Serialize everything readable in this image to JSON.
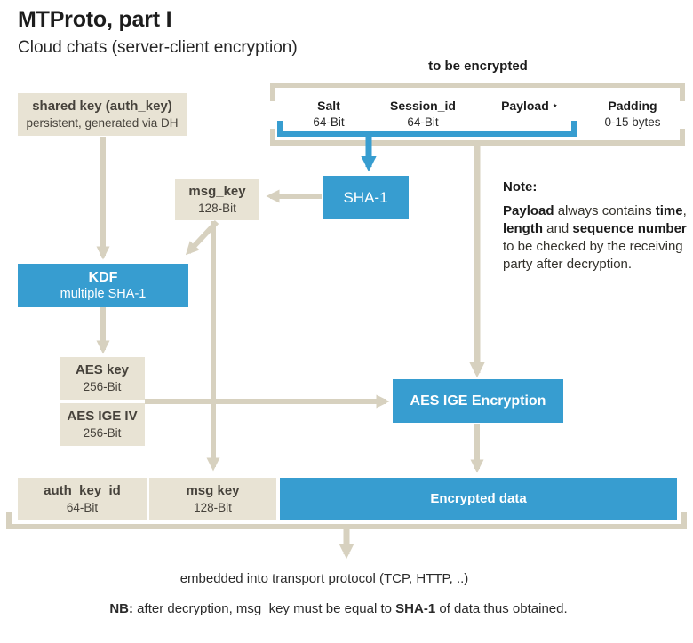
{
  "colors": {
    "blue": "#379dd0",
    "box_beige": "#e8e3d4",
    "line_beige": "#d7d1bf",
    "text_dark": "#46423b",
    "text_black": "#1c1c1c",
    "white": "#ffffff"
  },
  "header": {
    "title": "MTProto, part I",
    "subtitle": "Cloud chats (server-client encryption)"
  },
  "encrypt_group": {
    "label": "to be encrypted",
    "fields": [
      {
        "name": "Salt",
        "size": "64-Bit"
      },
      {
        "name": "Session_id",
        "size": "64-Bit"
      },
      {
        "name": "Payload",
        "star": "⋆",
        "size": ""
      },
      {
        "name": "Padding",
        "size": "0-15 bytes"
      }
    ]
  },
  "boxes": {
    "shared_key": {
      "title": "shared key (auth_key)",
      "subtitle": "persistent, generated via DH"
    },
    "msg_key_top": {
      "title": "msg_key",
      "subtitle": "128-Bit"
    },
    "sha1": {
      "label": "SHA-1"
    },
    "kdf": {
      "title": "KDF",
      "subtitle": "multiple SHA-1"
    },
    "aes_key": {
      "title": "AES key",
      "subtitle": "256-Bit"
    },
    "aes_ige_iv": {
      "title": "AES IGE IV",
      "subtitle": "256-Bit"
    },
    "aes_ige_encryption": {
      "label": "AES IGE Encryption"
    },
    "auth_key_id": {
      "title": "auth_key_id",
      "subtitle": "64-Bit"
    },
    "msg_key_bottom": {
      "title": "msg key",
      "subtitle": "128-Bit"
    },
    "encrypted_data": {
      "label": "Encrypted data"
    }
  },
  "note": {
    "heading": "Note:",
    "seg_payload": "Payload",
    "seg_always": " always contains ",
    "seg_time": "time",
    "seg_comma": ", ",
    "seg_length": "length",
    "seg_and": " and ",
    "seg_seqnum": "sequence number",
    "seg_rest": " to be checked by the receiving party after decryption."
  },
  "footer": {
    "transport": "embedded into transport protocol (TCP, HTTP, ..)",
    "nb_label": "NB:",
    "nb_text1": " after decryption, msg_key must be equal to ",
    "nb_sha": "SHA-1",
    "nb_text2": " of data thus obtained."
  }
}
